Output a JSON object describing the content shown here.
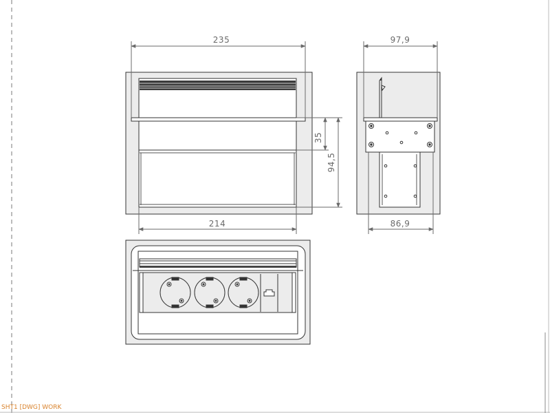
{
  "sheet": {
    "label": "SHT1 [DWG] WORK",
    "label_color": "#d9822b",
    "line_color": "#333333",
    "dim_color": "#6a6a6a",
    "ground_fill": "#ececec"
  },
  "front_view": {
    "dim_overall_width": "235",
    "dim_body_width": "214",
    "dim_top_height": "35",
    "dim_total_height": "94,5"
  },
  "side_view": {
    "dim_overall_depth": "97,9",
    "dim_body_depth": "86,9"
  },
  "top_view": {
    "sockets": [
      "socket-1",
      "socket-2",
      "socket-3"
    ],
    "data_port": "rj45-port-icon"
  }
}
